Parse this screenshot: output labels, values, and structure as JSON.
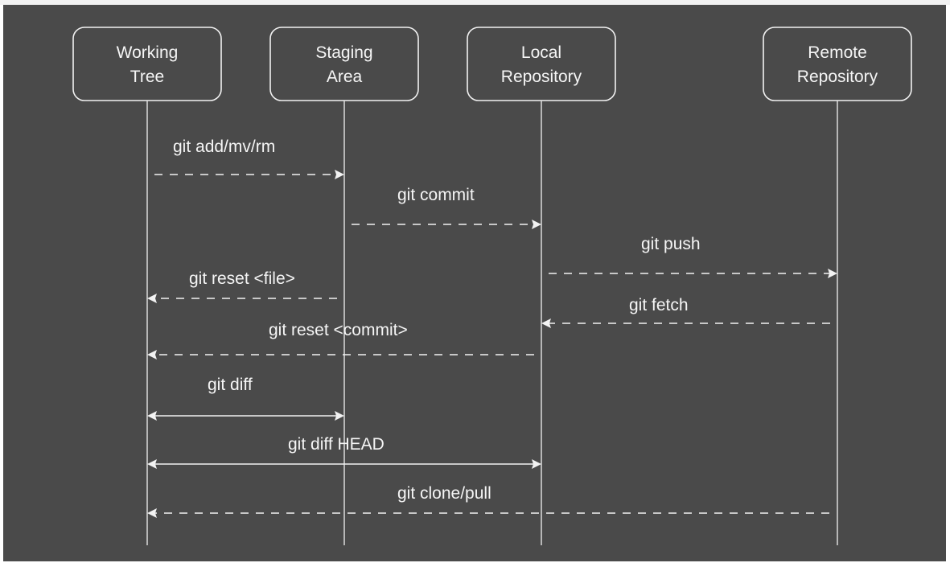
{
  "diagram": {
    "colors": {
      "background": "#4a4a4a",
      "foreground": "#f2f2f2"
    },
    "participants": [
      {
        "id": "working",
        "lines": [
          "Working",
          "Tree"
        ]
      },
      {
        "id": "staging",
        "lines": [
          "Staging",
          "Area"
        ]
      },
      {
        "id": "local",
        "lines": [
          "Local",
          "Repository"
        ]
      },
      {
        "id": "remote",
        "lines": [
          "Remote",
          "Repository"
        ]
      }
    ],
    "messages": [
      {
        "label": "git add/mv/rm",
        "from": "working",
        "to": "staging",
        "style": "dashed",
        "head": "end"
      },
      {
        "label": "git commit",
        "from": "staging",
        "to": "local",
        "style": "dashed",
        "head": "end"
      },
      {
        "label": "git push",
        "from": "local",
        "to": "remote",
        "style": "dashed",
        "head": "end"
      },
      {
        "label": "git reset <file>",
        "from": "staging",
        "to": "working",
        "style": "dashed",
        "head": "end"
      },
      {
        "label": "git fetch",
        "from": "remote",
        "to": "local",
        "style": "dashed",
        "head": "end"
      },
      {
        "label": "git reset <commit>",
        "from": "local",
        "to": "working",
        "style": "dashed",
        "head": "end"
      },
      {
        "label": "git diff",
        "from": "working",
        "to": "staging",
        "style": "solid",
        "head": "both"
      },
      {
        "label": "git diff HEAD",
        "from": "working",
        "to": "local",
        "style": "solid",
        "head": "both"
      },
      {
        "label": "git clone/pull",
        "from": "remote",
        "to": "working",
        "style": "dashed",
        "head": "end"
      }
    ]
  }
}
